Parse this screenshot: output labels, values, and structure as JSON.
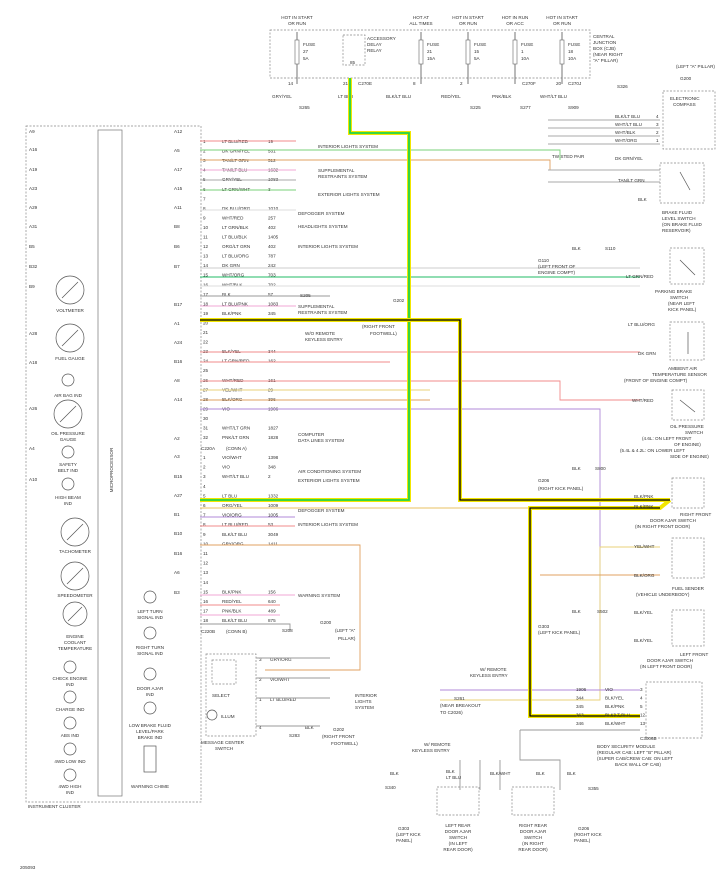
{
  "hot": [
    {
      "l1": "HOT IN START",
      "l2": "OR RUN"
    },
    {
      "l1": "HOT AT",
      "l2": "ALL TIMES"
    },
    {
      "l1": "HOT IN START",
      "l2": "OR RUN"
    },
    {
      "l1": "HOT IN RUN",
      "l2": "OR ACC"
    },
    {
      "l1": "HOT IN START",
      "l2": "OR RUN"
    }
  ],
  "fuses": [
    {
      "name": "FUSE",
      "num": "27",
      "amp": "5A"
    },
    {
      "name": "FUSE",
      "num": "21",
      "amp": "15A"
    },
    {
      "name": "FUSE",
      "num": "15",
      "amp": "5A"
    },
    {
      "name": "FUSE",
      "num": "1",
      "amp": "10A"
    },
    {
      "name": "FUSE",
      "num": "18",
      "amp": "10A"
    }
  ],
  "relay": {
    "l1": "ACCESSORY",
    "l2": "DELAY",
    "l3": "RELAY",
    "pin": "85"
  },
  "cjb": {
    "l1": "CENTRAL",
    "l2": "JUNCTION",
    "l3": "BOX (CJB)",
    "l4": "(NEAR RIGHT",
    "l5": "\"A\" PILLAR)"
  },
  "connectors_top": [
    "C270E",
    "C270F",
    "C270J",
    "C270J"
  ],
  "top_pins": [
    "14",
    "21",
    "8",
    "2",
    "20"
  ],
  "top_wires": [
    "GRY/YEL",
    "LT BLU",
    "BLK/LT BLU",
    "RED/YEL",
    "PNK/BLK",
    "WHT/LT BLU"
  ],
  "splices_top": [
    "S265",
    "S225",
    "S277",
    "S909",
    "S326"
  ],
  "left_a_pillar": "(LEFT \"A\" PILLAR)",
  "g200": "G200",
  "compass": {
    "l1": "ELECTRONIC",
    "l2": "COMPASS"
  },
  "compass_wires": [
    {
      "color": "BLK/LT BLU",
      "pin": "4"
    },
    {
      "color": "WHT/LT BLU",
      "pin": "3"
    },
    {
      "color": "WHT/BLK",
      "pin": "2"
    },
    {
      "color": "WHT/ORG",
      "pin": "1"
    }
  ],
  "twisted_pair": "TWISTED PAIR",
  "pins_left": [
    "A9",
    "A16",
    "A19",
    "A23",
    "A29",
    "A31",
    "B5",
    "B32",
    "B9",
    "A28",
    "A18",
    "A26",
    "A4",
    "A10"
  ],
  "pins_mid": [
    "A12",
    "A5",
    "A17",
    "A15",
    "A11",
    "B8",
    "B6",
    "B7",
    "B17",
    "A1",
    "A24",
    "B16",
    "A8",
    "A14",
    "A2",
    "A3",
    "B15",
    "A27",
    "B1",
    "B10",
    "B16",
    "A6",
    "B3"
  ],
  "circuit_rows": [
    {
      "n": "1",
      "c": "LT BLU/RED",
      "id": "19"
    },
    {
      "n": "2",
      "c": "DK GRN/YEL",
      "id": "531"
    },
    {
      "n": "3",
      "c": "TAN/LT GRN",
      "id": "512"
    },
    {
      "n": "4",
      "c": "TAN/LT BLU",
      "id": "1632"
    },
    {
      "n": "5",
      "c": "GRY/YEL",
      "id": "1083"
    },
    {
      "n": "6",
      "c": "LT GRN/WHT",
      "id": "3"
    },
    {
      "n": "7",
      "c": "",
      "id": ""
    },
    {
      "n": "8",
      "c": "DK BLU/ORG",
      "id": "1010"
    },
    {
      "n": "9",
      "c": "WHT/RED",
      "id": "257"
    },
    {
      "n": "10",
      "c": "LT GRN/BLK",
      "id": "402"
    },
    {
      "n": "11",
      "c": "LT BLU/BLK",
      "id": "1405"
    },
    {
      "n": "12",
      "c": "ORG/LT GRN",
      "id": "402"
    },
    {
      "n": "13",
      "c": "LT BLU/ORG",
      "id": "787"
    },
    {
      "n": "14",
      "c": "DK GRN",
      "id": "242"
    },
    {
      "n": "15",
      "c": "WHT/ORG",
      "id": "703"
    },
    {
      "n": "16",
      "c": "WHT/BLK",
      "id": "702"
    },
    {
      "n": "17",
      "c": "BLK",
      "id": "57"
    },
    {
      "n": "18",
      "c": "LT BLU/PNK",
      "id": "1083"
    },
    {
      "n": "19",
      "c": "BLK/PNK",
      "id": "345"
    },
    {
      "n": "20",
      "c": "",
      "id": ""
    },
    {
      "n": "21",
      "c": "",
      "id": ""
    },
    {
      "n": "22",
      "c": "",
      "id": ""
    },
    {
      "n": "23",
      "c": "BLK/YEL",
      "id": "344"
    },
    {
      "n": "24",
      "c": "LT GRN/RED",
      "id": "162"
    },
    {
      "n": "25",
      "c": "",
      "id": ""
    },
    {
      "n": "26",
      "c": "WHT/RED",
      "id": "161"
    },
    {
      "n": "27",
      "c": "YEL/WHT",
      "id": "29"
    },
    {
      "n": "28",
      "c": "BLK/ORG",
      "id": "396"
    },
    {
      "n": "29",
      "c": "VIO",
      "id": "1906"
    },
    {
      "n": "30",
      "c": "",
      "id": ""
    },
    {
      "n": "31",
      "c": "WHT/LT GRN",
      "id": "1827"
    },
    {
      "n": "32",
      "c": "PNK/LT GRN",
      "id": "1828"
    }
  ],
  "conn_a_label": "C220A",
  "conn_a_sub": "(CONN A)",
  "circuit_rows_b": [
    {
      "n": "1",
      "c": "VIO/WHT",
      "id": "1398"
    },
    {
      "n": "2",
      "c": "VIO",
      "id": "348"
    },
    {
      "n": "3",
      "c": "WHT/LT BLU",
      "id": "2"
    },
    {
      "n": "4",
      "c": "",
      "id": ""
    },
    {
      "n": "5",
      "c": "LT BLU",
      "id": "1332"
    },
    {
      "n": "6",
      "c": "ORG/YEL",
      "id": "1009"
    },
    {
      "n": "7",
      "c": "VIO/ORG",
      "id": "1005"
    },
    {
      "n": "8",
      "c": "LT BLU/RED",
      "id": "53"
    },
    {
      "n": "9",
      "c": "BLK/LT BLU",
      "id": "3049"
    },
    {
      "n": "10",
      "c": "GRY/ORG",
      "id": "1411"
    },
    {
      "n": "11",
      "c": "",
      "id": ""
    },
    {
      "n": "12",
      "c": "",
      "id": ""
    },
    {
      "n": "13",
      "c": "",
      "id": ""
    },
    {
      "n": "14",
      "c": "",
      "id": ""
    },
    {
      "n": "15",
      "c": "BLK/PNK",
      "id": "156"
    },
    {
      "n": "16",
      "c": "RED/YEL",
      "id": "640"
    },
    {
      "n": "17",
      "c": "PNK/BLK",
      "id": "489"
    },
    {
      "n": "18",
      "c": "BLK/LT BLU",
      "id": "875"
    }
  ],
  "conn_b_label": "C220B",
  "conn_b_sub": "(CONN B)",
  "systems": {
    "interior1": "INTERIOR LIGHTS SYSTEM",
    "srs1a": "SUPPLEMENTAL",
    "srs1b": "RESTRAINTS SYSTEM",
    "exterior1": "EXTERIOR LIGHTS SYSTEM",
    "defogger1": "DEFOGGER SYSTEM",
    "headlights": "HEADLIGHTS SYSTEM",
    "interior2": "INTERIOR LIGHTS SYSTEM",
    "srs2a": "SUPPLEMENTAL",
    "srs2b": "RESTRAINTS SYSTEM",
    "computer1": "COMPUTER",
    "computer2": "DATA LINES SYSTEM",
    "ac": "AIR CONDITIONING SYSTEM",
    "exterior2": "EXTERIOR LIGHTS SYSTEM",
    "defogger2": "DEFOGGER SYSTEM",
    "interior3": "INTERIOR LIGHTS SYSTEM",
    "warning": "WARNING SYSTEM",
    "interior4a": "INTERIOR",
    "interior4b": "LIGHTS",
    "interior4c": "SYSTEM"
  },
  "keyless1": {
    "l1": "W/O REMOTE",
    "l2": "KEYLESS ENTRY"
  },
  "keyless2": {
    "l1": "W/ REMOTE",
    "l2": "KEYLESS ENTRY"
  },
  "keyless3": {
    "l1": "W/ REMOTE",
    "l2": "KEYLESS ENTRY"
  },
  "s205": "S205",
  "g202a": {
    "id": "G202",
    "l1": "(RIGHT FRONT",
    "l2": "FOOTWELL)"
  },
  "g202b": {
    "id": "G202",
    "l1": "(RIGHT FRONT",
    "l2": "FOOTWELL)"
  },
  "s208": "S208",
  "s283": "S283",
  "g200b": {
    "id": "G200",
    "l1": "(LEFT \"A\"",
    "l2": "PILLAR)"
  },
  "s261": {
    "id": "S261",
    "l1": "(NEAR BREAKOUT",
    "l2": "TO C2026)"
  },
  "right_components": {
    "brake_fluid": [
      "BRAKE FLUID",
      "LEVEL SWITCH",
      "(ON BRAKE FLUID",
      "RESERVOIR)"
    ],
    "parking": [
      "PARKING BRAKE",
      "SWITCH",
      "(NEAR LEFT",
      "KICK PANEL)"
    ],
    "ambient": [
      "AMBIENT AIR",
      "TEMPERATURE SENSOR",
      "(FRONT OF ENGINE COMPT)"
    ],
    "oil": [
      "OIL PRESSURE",
      "SWITCH",
      "(4.6L: ON LEFT FRONT",
      "OF ENGINE)",
      "(5.4L & 4.2L: ON LOWER LEFT",
      "SIDE OF ENGINE)"
    ],
    "rf_door": [
      "RIGHT FRONT",
      "DOOR AJAR SWITCH",
      "(IN RIGHT FRONT DOOR)"
    ],
    "fuel": [
      "FUEL SENDER",
      "(VEHICLE UNDERBODY)"
    ],
    "lf_door": [
      "LEFT FRONT",
      "DOOR AJAR SWITCH",
      "(IN LEFT FRONT DOOR)"
    ],
    "bsm": [
      "BODY SECURITY MODULE",
      "(REGULAR CAB: LEFT \"B\" PILLAR)",
      "(SUPER CAB/CREW CAB: ON LEFT",
      "BACK WALL OF CAB)"
    ]
  },
  "right_wires": {
    "brake": [
      "DK GRN/YEL",
      "TAN/LT GRN",
      "BLK"
    ],
    "s110": "S110",
    "g110": [
      "G110",
      "(LEFT FRONT OF",
      "ENGINE COMPT)"
    ],
    "parking": "LT GRN/RED",
    "ambient": [
      "LT BLU/ORG",
      "DK GRN"
    ],
    "oil": "WHT/RED",
    "s800": "S800",
    "g206": [
      "G206",
      "(RIGHT KICK PANEL)"
    ],
    "rf": [
      "BLK/PNK",
      "BLK/PNK"
    ],
    "fuel": [
      "YEL/WHT",
      "BLK/ORG"
    ],
    "s502": "S502",
    "g303": [
      "G303",
      "(LEFT KICK PANEL)"
    ],
    "lf": [
      "BLK/YEL",
      "BLK/YEL"
    ]
  },
  "bsm_rows": [
    {
      "id": "1906",
      "c": "VIO",
      "pin": "3"
    },
    {
      "id": "344",
      "c": "BLK/YEL",
      "pin": "4"
    },
    {
      "id": "345",
      "c": "BLK/PNK",
      "pin": "5"
    },
    {
      "id": "363",
      "c": "BLK/LT BLU",
      "pin": "12"
    },
    {
      "id": "346",
      "c": "BLK/WHT",
      "pin": "13"
    }
  ],
  "bsm_conn": "C3006B",
  "rear_bottom": {
    "wires": [
      "BLK",
      "BLK",
      "LT BLU",
      "BLK/WHT",
      "BLK",
      "BLK"
    ],
    "s340": "S340",
    "s355": "S355",
    "g303": [
      "G303",
      "(LEFT KICK",
      "PANEL)"
    ],
    "g206": [
      "G206",
      "(RIGHT KICK",
      "PANEL)"
    ],
    "left_rear": [
      "LEFT REAR",
      "DOOR AJAR",
      "SWITCH",
      "(IN LEFT",
      "REAR DOOR)"
    ],
    "right_rear": [
      "RIGHT REAR",
      "DOOR AJAR",
      "SWITCH",
      "(IN RIGHT",
      "REAR DOOR)"
    ]
  },
  "cluster": {
    "title": "INSTRUMENT CLUSTER",
    "micro": "MICROPROCESSOR",
    "voltmeter": "VOLTMETER",
    "fuel_gauge": "FUEL GAUGE",
    "air_bag": "AIR BAG IND",
    "oil_gauge": [
      "OIL PRESSURE",
      "GAUGE"
    ],
    "safety_belt": [
      "SAFETY",
      "BELT IND"
    ],
    "high_beam": [
      "HIGH BEAM",
      "IND"
    ],
    "tach": "TACHOMETER",
    "speedo": "SPEEDOMETER",
    "coolant": [
      "ENGINE",
      "COOLANT",
      "TEMPERATURE"
    ],
    "check_engine": [
      "CHECK ENGINE",
      "IND"
    ],
    "charge": "CHARGE IND",
    "abs": "ABS IND",
    "fwd_low": "4WD LOW IND",
    "fwd_high": [
      "4WD HIGH",
      "IND"
    ],
    "left_turn": [
      "LEFT TURN",
      "SIGNAL IND"
    ],
    "right_turn": [
      "RIGHT TURN",
      "SIGNAL IND"
    ],
    "door_ajar": [
      "DOOR AJAR",
      "IND"
    ],
    "low_brake": [
      "LOW BRAKE FLUID",
      "LEVEL/PARK",
      "BRAKE IND"
    ],
    "chime": "WARNING CHIME"
  },
  "msg_center": {
    "title": [
      "MESSAGE CENTER",
      "SWITCH"
    ],
    "select": "SELECT",
    "illum": "ILLUM",
    "pins": [
      "3",
      "2",
      "1",
      "4"
    ],
    "wires": [
      "GRY/ORG",
      "VIO/WHT",
      "LT BLU/RED",
      "BLK"
    ]
  },
  "code": "205093",
  "colors": {
    "yellow": "#f2e600",
    "green": "#21d34a",
    "black": "#000000"
  }
}
